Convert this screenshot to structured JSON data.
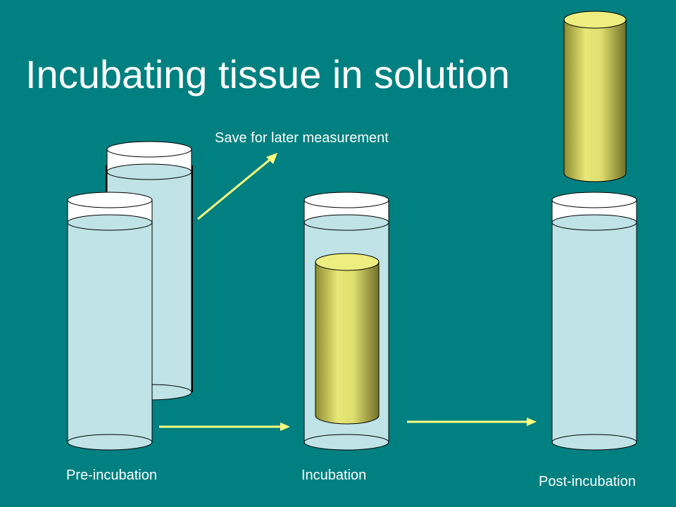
{
  "title": "Incubating tissue in solution",
  "labels": {
    "save": "Save for later measurement",
    "pre": "Pre-incubation",
    "incubation": "Incubation",
    "post": "Post-incubation"
  },
  "colors": {
    "background": "#008080",
    "solution": "#bfe3e6",
    "tissue": "#e8e878",
    "arrow": "#ffff80",
    "text": "#ffffff"
  }
}
